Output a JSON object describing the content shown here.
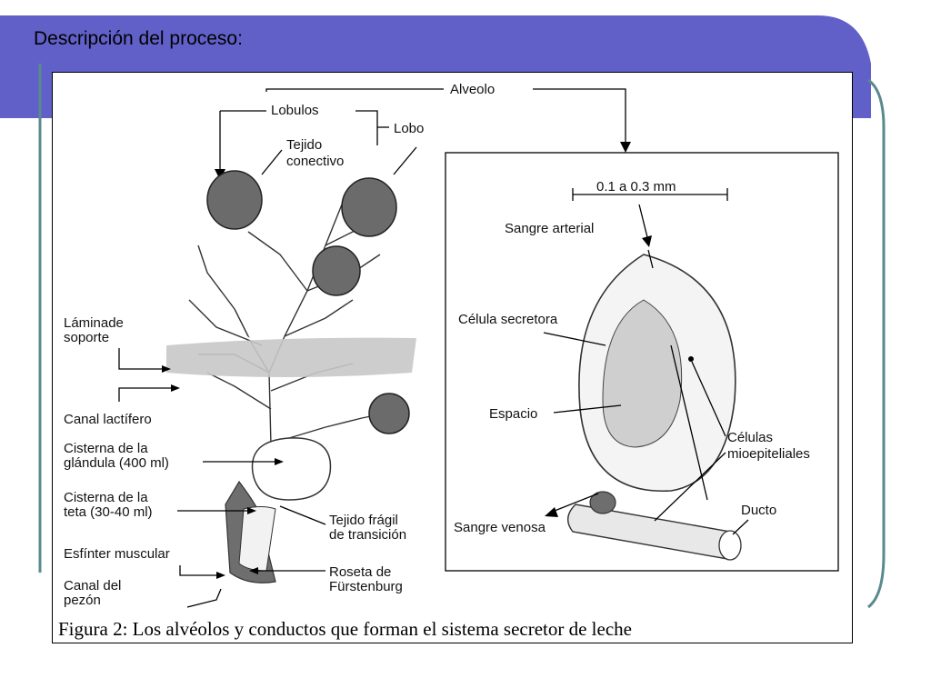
{
  "slide": {
    "title": "Descripción del proceso:",
    "colors": {
      "band": "#6060c8",
      "accent_line": "#5a8a8e",
      "white": "#ffffff"
    }
  },
  "figure": {
    "caption": "Figura 2:  Los alvéolos y conductos que forman el sistema secretor de leche",
    "left_panel": {
      "labels": {
        "alveolo": "Alveolo",
        "lobulos": "Lobulos",
        "lobo": "Lobo",
        "tejido_conectivo_1": "Tejido",
        "tejido_conectivo_2": "conectivo",
        "laminade_soporte_1": "Láminade",
        "laminade_soporte_2": "soporte",
        "canal_lactifero": "Canal lactífero",
        "cisterna_glandula_1": "Cisterna de la",
        "cisterna_glandula_2": "glándula (400 ml)",
        "cisterna_teta_1": "Cisterna de la",
        "cisterna_teta_2": "teta (30-40 ml)",
        "tejido_fragil_1": "Tejido frágil",
        "tejido_fragil_2": "de transición",
        "esfinter": "Esfínter muscular",
        "canal_pezon_1": "Canal del",
        "canal_pezon_2": "pezón",
        "roseta_1": "Roseta de",
        "roseta_2": "Fürstenburg"
      }
    },
    "right_panel": {
      "labels": {
        "scale": "0.1 a 0.3 mm",
        "sangre_arterial": "Sangre arterial",
        "celula_secretora": "Célula secretora",
        "espacio": "Espacio",
        "celulas_mio_1": "Células",
        "celulas_mio_2": "mioepiteliales",
        "ducto": "Ducto",
        "sangre_venosa": "Sangre venosa"
      }
    }
  }
}
